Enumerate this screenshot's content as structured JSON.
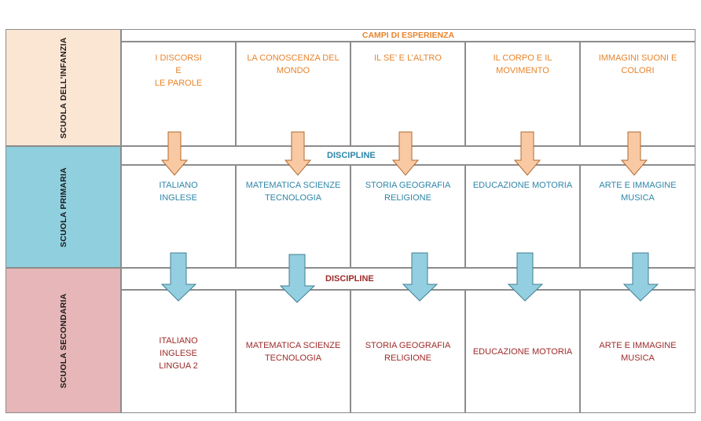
{
  "colors": {
    "orange": "#e8842c",
    "teal": "#2e86a8",
    "red": "#9e2a2a",
    "infanzia_bg": "#fbe5d3",
    "primaria_bg": "#8fcfde",
    "secondaria_bg": "#e6b6b8",
    "arrow_orange_fill": "#f9c9a4",
    "arrow_blue_fill": "#93cfe0"
  },
  "infanzia": {
    "label": "SCUOLA DELL’INFANZIA",
    "band_title": "CAMPI DI ESPERIENZA",
    "cells": [
      "I DISCORSI\nE\nLE PAROLE",
      "LA CONOSCENZA DEL\nMONDO",
      "IL SE’ E L’ALTRO",
      "IL CORPO E IL\nMOVIMENTO",
      "IMMAGINI SUONI E\nCOLORI"
    ]
  },
  "primaria": {
    "label": "SCUOLA PRIMARIA",
    "band_title": "DISCIPLINE",
    "cells": [
      "ITALIANO\nINGLESE",
      "MATEMATICA SCIENZE\nTECNOLOGIA",
      "STORIA GEOGRAFIA\nRELIGIONE",
      "EDUCAZIONE MOTORIA",
      "ARTE E IMMAGINE\nMUSICA"
    ]
  },
  "secondaria": {
    "label": "SCUOLA SECONDARIA",
    "band_title": "DISCIPLINE",
    "cells": [
      "ITALIANO\nINGLESE\nLINGUA 2",
      "MATEMATICA SCIENZE\nTECNOLOGIA",
      "STORIA GEOGRAFIA\nRELIGIONE",
      "EDUCAZIONE MOTORIA",
      "ARTE E IMMAGINE\nMUSICA"
    ]
  }
}
